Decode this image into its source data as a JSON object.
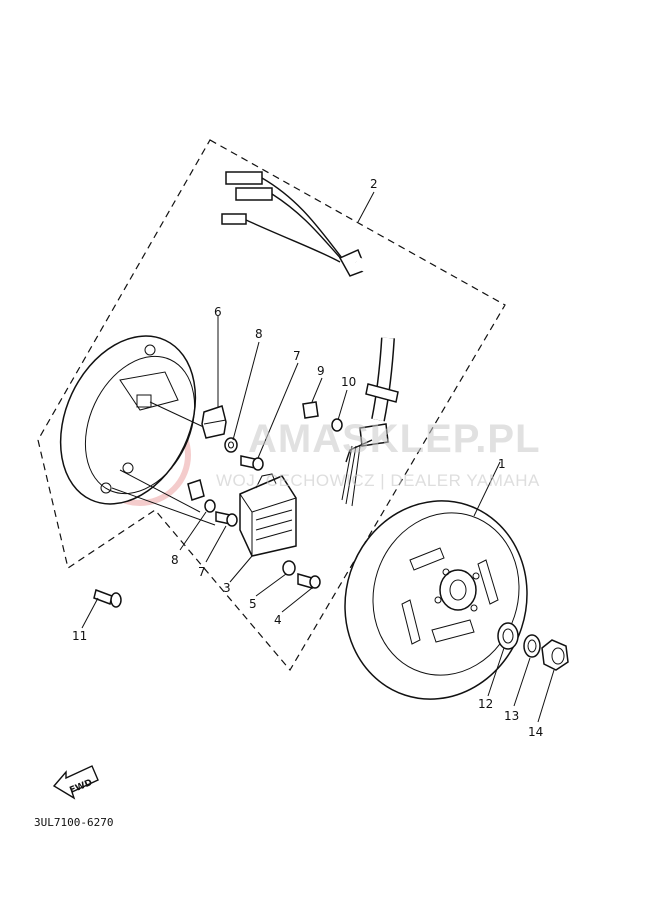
{
  "diagram": {
    "part_code": "3UL7100-6270",
    "fwd_label": "FWD",
    "watermark": {
      "title": "AMASKLEP.PL",
      "subtitle": "WOJ. CECHOWICZ | DEALER YAMAHA",
      "logo": "yamaha-tuning-fork-logo"
    },
    "callouts": [
      "1",
      "2",
      "3",
      "4",
      "5",
      "6",
      "7",
      "8",
      "9",
      "10",
      "11",
      "12",
      "13",
      "14"
    ],
    "callout_extra": [
      "7",
      "8"
    ],
    "colors": {
      "line": "#111111",
      "watermark": "#c9c9c9",
      "logo": "#e8a0a0"
    }
  }
}
